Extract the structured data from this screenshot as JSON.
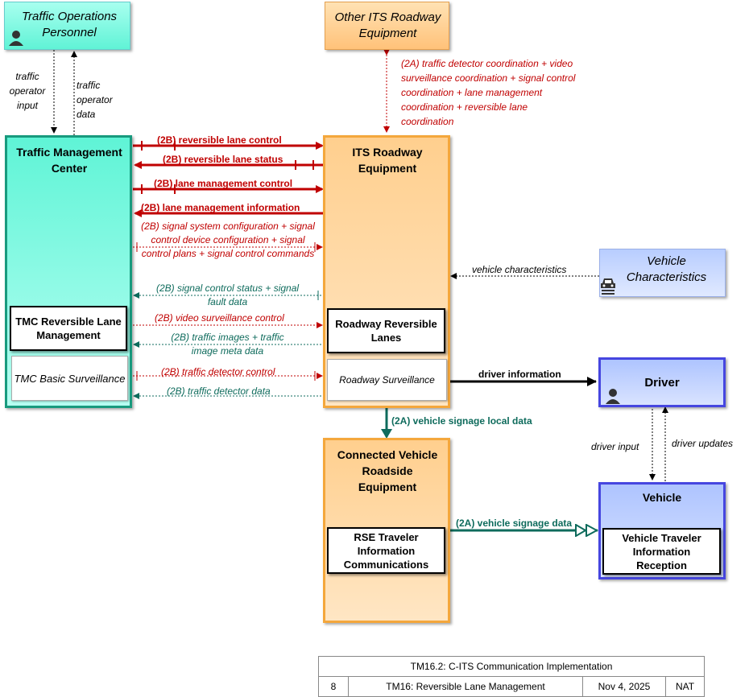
{
  "nodes": {
    "traffic_ops": "Traffic Operations Personnel",
    "other_its": "Other ITS Roadway Equipment",
    "tmc": "Traffic Management Center",
    "tmc_rev": "TMC Reversible Lane Management",
    "tmc_surv": "TMC Basic Surveillance",
    "its_roadway": "ITS Roadway Equipment",
    "rw_rev": "Roadway Reversible Lanes",
    "rw_surv": "Roadway Surveillance",
    "vehicle_char": "Vehicle Characteristics",
    "driver": "Driver",
    "cv_rse": "Connected Vehicle Roadside Equipment",
    "rse_tic": "RSE Traveler Information Communications",
    "vehicle": "Vehicle",
    "vtir": "Vehicle Traveler Information Reception"
  },
  "flows": {
    "op_input": "traffic operator input",
    "op_data": "traffic operator data",
    "coord": "(2A) traffic detector coordination + video surveillance coordination + signal control coordination + lane management coordination + reversible lane coordination",
    "rev_control": "(2B) reversible lane control",
    "rev_status": "(2B) reversible lane status",
    "lm_control": "(2B) lane management control",
    "lm_info": "(2B) lane management information",
    "sig_cfg": "(2B) signal system configuration + signal control device configuration + signal control plans + signal control commands",
    "sig_status": "(2B) signal control status + signal fault data",
    "video_ctrl": "(2B) video surveillance control",
    "traffic_images": "(2B) traffic images + traffic image meta data",
    "det_ctrl": "(2B) traffic detector control",
    "det_data": "(2B) traffic detector data",
    "veh_char": "vehicle characteristics",
    "driver_info": "driver information",
    "signage_local": "(2A) vehicle signage local data",
    "signage_data": "(2A) vehicle signage data",
    "driver_input": "driver input",
    "driver_updates": "driver updates"
  },
  "footer": {
    "title": "TM16.2: C-ITS Communication Implementation",
    "page": "8",
    "name": "TM16: Reversible Lane Management",
    "date": "Nov 4, 2025",
    "region": "NAT"
  },
  "colors": {
    "tmc_fill": "#7fffe4",
    "roadway_fill": "#ffd9a0",
    "vehicle_fill": "#c9d8ff",
    "red_flow": "#c00000",
    "teal_flow": "#0e6b5c"
  }
}
